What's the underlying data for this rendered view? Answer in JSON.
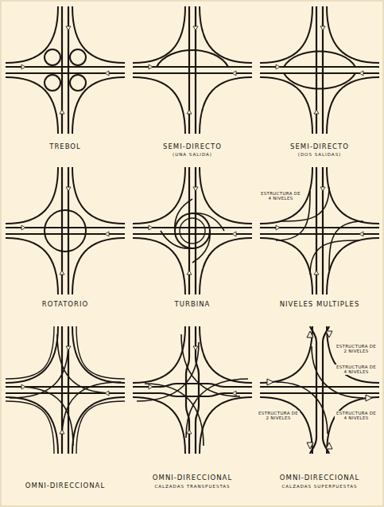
{
  "diagram": {
    "labels": [
      "TREBOL",
      "SEMI-DIRECTO",
      "(UNA SALIDA)",
      "SEMI-DIRECTO",
      "(DOS SALIDAS)",
      "ROTATORIO",
      "TURBINA",
      "NIVELES MULTIPLES",
      "ESTRUCTURA DE 4 NIVELES",
      "OMNI-DIRECCIONAL",
      "OMNI-DIRECCIONAL",
      "CALZADAS TRANSPUESTAS",
      "OMNI-DIRECCIONAL",
      "CALZADAS SUPERPUESTAS",
      "ESTRUCTURA DE 2 NIVELES",
      "ESTRUCTURA DE 4 NIVELES",
      "ESTRUCTURA DE 2 NIVELES",
      "ESTRUCTURA DE 4 NIVELES"
    ]
  }
}
